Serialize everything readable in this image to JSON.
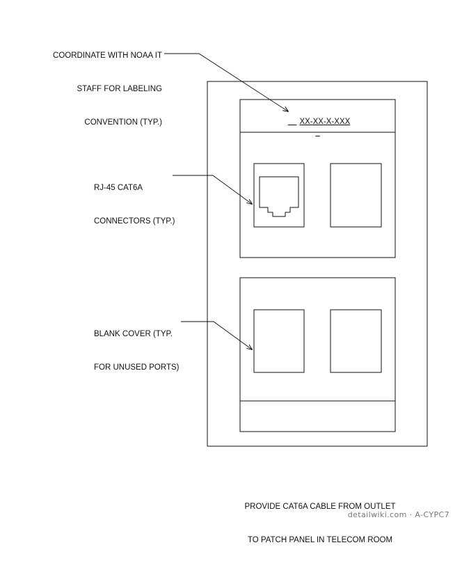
{
  "annotations": {
    "labeling_note": [
      "COORDINATE WITH NOAA IT",
      "STAFF FOR LABELING",
      "CONVENTION (TYP.)"
    ],
    "connector_note": [
      "RJ-45 CAT6A",
      "CONNECTORS (TYP.)"
    ],
    "blank_cover_note": [
      "BLANK COVER (TYP.",
      "FOR UNUSED PORTS)"
    ],
    "cable_note": [
      "PROVIDE CAT6A CABLE FROM OUTLET",
      "TO PATCH PANEL IN TELECOM ROOM"
    ]
  },
  "faceplate": {
    "label_text": "XX-XX-X-XXX"
  },
  "footer": {
    "credit": "detailwiki.com · A-CYPC7"
  }
}
